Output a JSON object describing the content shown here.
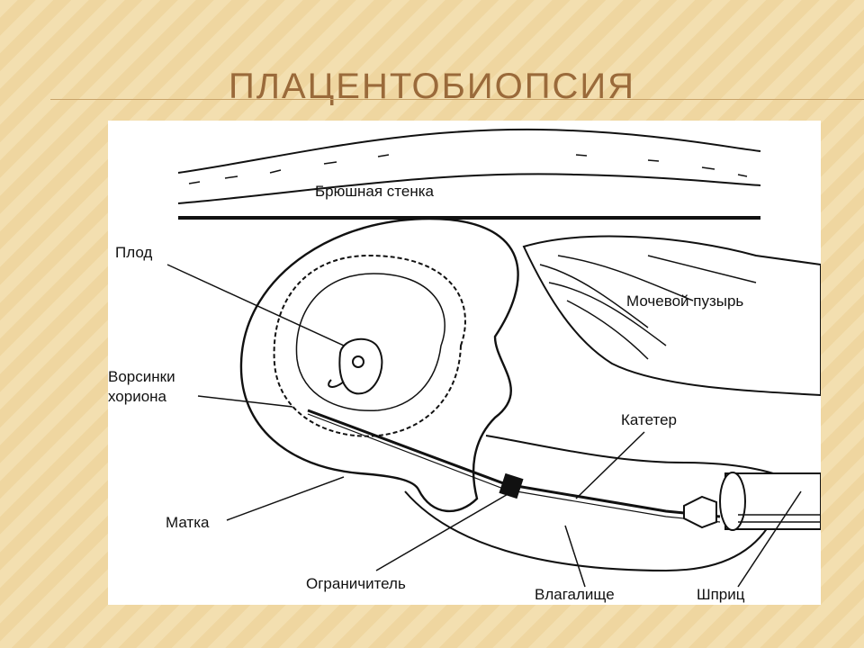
{
  "slide": {
    "title": "ПЛАЦЕНТОБИОПСИЯ"
  },
  "diagram": {
    "labels": {
      "abdominal_wall": "Брюшная стенка",
      "fetus": "Плод",
      "bladder": "Мочевой пузырь",
      "chorionic_villi_line1": "Ворсинки",
      "chorionic_villi_line2": "хориона",
      "catheter": "Катетер",
      "uterus": "Матка",
      "limiter": "Ограничитель",
      "vagina": "Влагалище",
      "syringe": "Шприц"
    }
  }
}
